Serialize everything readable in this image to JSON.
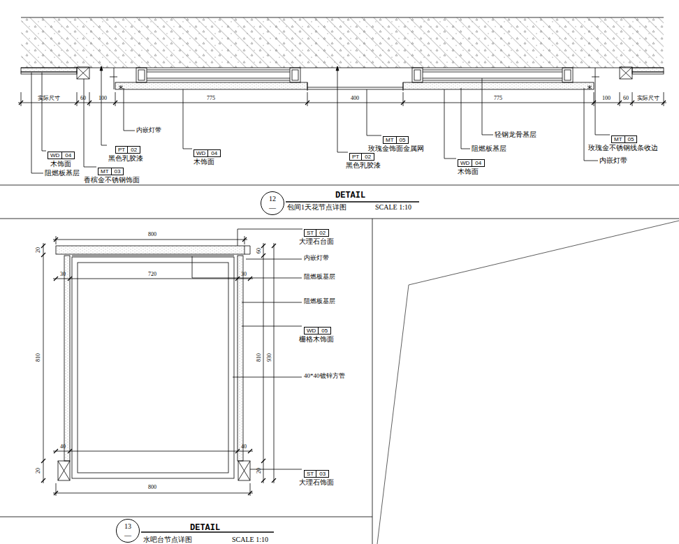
{
  "diagram": {
    "nodes": [
      {
        "text": [
          "12",
          "—"
        ]
      },
      {
        "text": [
          "PT",
          "02",
          "黑色乳胶漆"
        ]
      },
      {
        "text": [
          "WD",
          "04",
          "木饰面"
        ]
      },
      {
        "text": [
          "MT",
          "03",
          "香槟金不锈钢饰面"
        ]
      },
      {
        "text": [
          "WD",
          "04",
          "木饰面"
        ]
      },
      {
        "text": [
          "MT",
          "05",
          "玫瑰金饰面金属网"
        ]
      },
      {
        "text": [
          "PT",
          "02",
          "黑色乳胶漆"
        ]
      },
      {
        "text": [
          "WD",
          "04",
          "木饰面"
        ]
      },
      {
        "text": [
          "MT",
          "05",
          "玫瑰金不锈钢线条收边"
        ]
      },
      {
        "text": [
          "13",
          "—"
        ]
      },
      {
        "text": [
          "ST",
          "02",
          "大理石台面"
        ]
      },
      {
        "text": [
          "WD",
          "05",
          "栅格木饰面"
        ]
      },
      {
        "text": [
          "ST",
          "03",
          "大理石饰面"
        ]
      }
    ],
    "labels": [
      "实际尺寸",
      "60",
      "100",
      "775",
      "400",
      "775",
      "100",
      "60",
      "实际尺寸",
      "内嵌灯带",
      "阻燃板基层",
      "轻钢龙骨基层",
      "阻燃板基层",
      "内嵌灯带",
      "DETAIL",
      "包间1天花节点详图",
      "SCALE 1:10",
      "800",
      "20",
      "60",
      "30",
      "720",
      "30",
      "810",
      "810",
      "930",
      "40",
      "40",
      "20",
      "20",
      "800",
      "内嵌灯带",
      "阻燃板基层",
      "阻燃板基层",
      "40*40镀锌方管",
      "DETAIL",
      "水吧台节点详图",
      "SCALE 1:10"
    ]
  }
}
